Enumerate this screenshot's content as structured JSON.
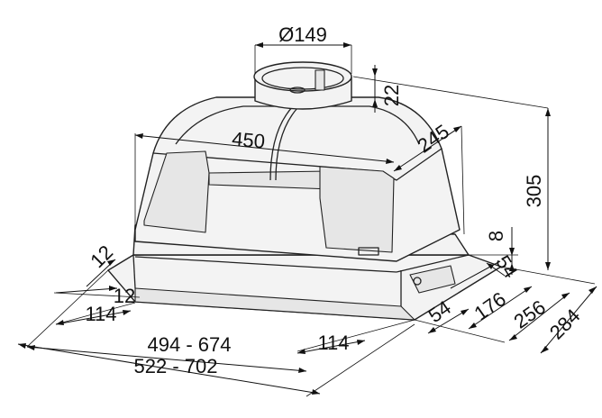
{
  "diagram": {
    "dimensions": {
      "collar_diameter": "Ø149",
      "collar_height": "22",
      "depth_top": "245",
      "width_top": "450",
      "total_height": "305",
      "flange_8": "8",
      "dim_54_upper": "54",
      "dim_54_lower": "54",
      "dim_176": "176",
      "dim_256": "256",
      "dim_284": "284",
      "dim_12_upper": "12",
      "dim_12_lower": "12",
      "dim_114_left": "114",
      "dim_114_right": "114",
      "width_range_inner": "494 - 674",
      "width_range_outer": "522 - 702"
    }
  }
}
